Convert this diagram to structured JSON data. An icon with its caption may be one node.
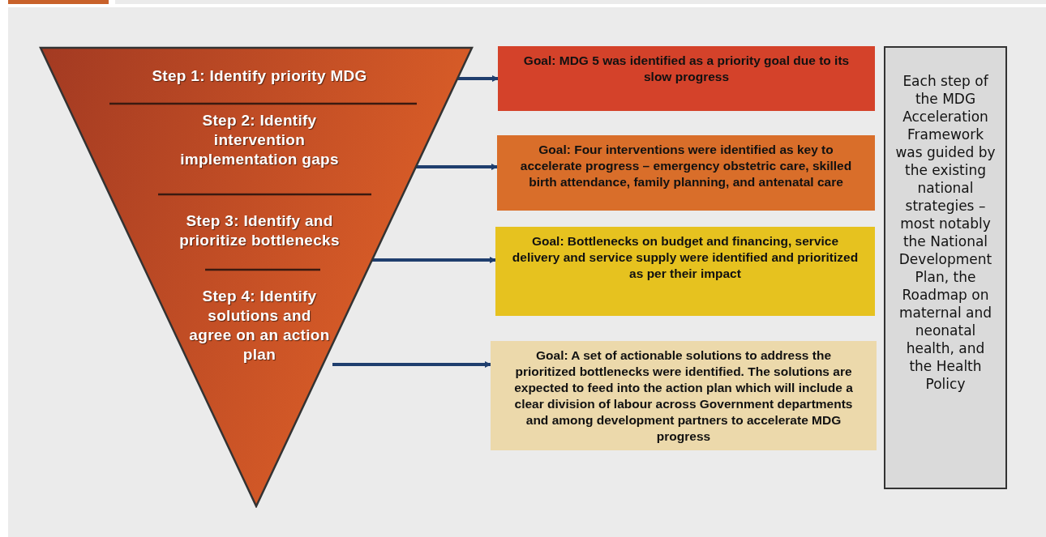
{
  "diagram": {
    "nodes": [
      {
        "text": [],
        "shape": "triangle"
      },
      {
        "text": [
          "Step 1: Identify priority MDG"
        ],
        "in": 0
      },
      {
        "text": [
          "Step 2: Identify intervention implementation gaps"
        ],
        "in": 0
      },
      {
        "text": [
          "Step 3: Identify and prioritize bottlenecks"
        ],
        "in": 0
      },
      {
        "text": [
          "Step 4: Identify solutions and agree on an action plan"
        ],
        "in": 0
      },
      {
        "text": [
          "Goal: MDG 5 was identified as a priority goal due to its slow progress"
        ]
      },
      {
        "text": [
          "Goal: Four interventions were identified as key  to accelerate progress – emergency obstetric care, skilled birth attendance, family planning, and antenatal care"
        ]
      },
      {
        "text": [
          "Goal: Bottlenecks on budget and financing, service delivery and service supply were identified and prioritized as per their impact"
        ]
      },
      {
        "text": [
          "Goal: A set of actionable solutions to address the prioritized bottlenecks were identified. The solutions are expected to feed into the action plan which will include a clear division of labour across Government departments and among development partners to accelerate MDG progress"
        ]
      },
      {
        "text": [
          "Each step of the MDG Acceleration Framework was guided by the existing national strategies – most notably the National Development Plan, the Roadmap on maternal and neonatal health, and the Health Policy"
        ]
      }
    ],
    "edges": [
      {
        "from": 1,
        "to": 5,
        "arrow": "to"
      },
      {
        "from": 2,
        "to": 6,
        "arrow": "to"
      },
      {
        "from": 3,
        "to": 7,
        "arrow": "to"
      },
      {
        "from": 4,
        "to": 8,
        "arrow": "to"
      }
    ]
  }
}
